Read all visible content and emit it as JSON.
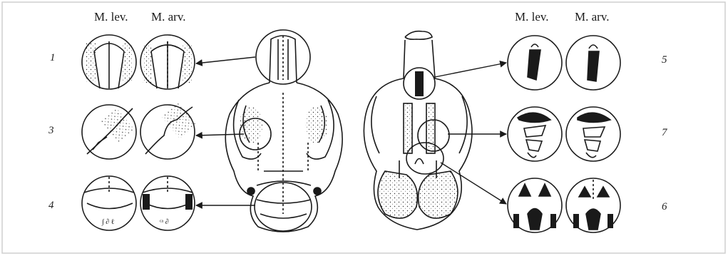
{
  "columns": {
    "left_a": "M. lev.",
    "left_b": "M. arv.",
    "right_a": "M. lev.",
    "right_b": "M. arv."
  },
  "row_numbers": {
    "r1": "1",
    "r3": "3",
    "r4": "4",
    "r5": "5",
    "r7": "7",
    "r6": "6"
  },
  "colors": {
    "ink": "#1a1a1a",
    "paper": "#ffffff",
    "frame": "#cfcfcf"
  }
}
